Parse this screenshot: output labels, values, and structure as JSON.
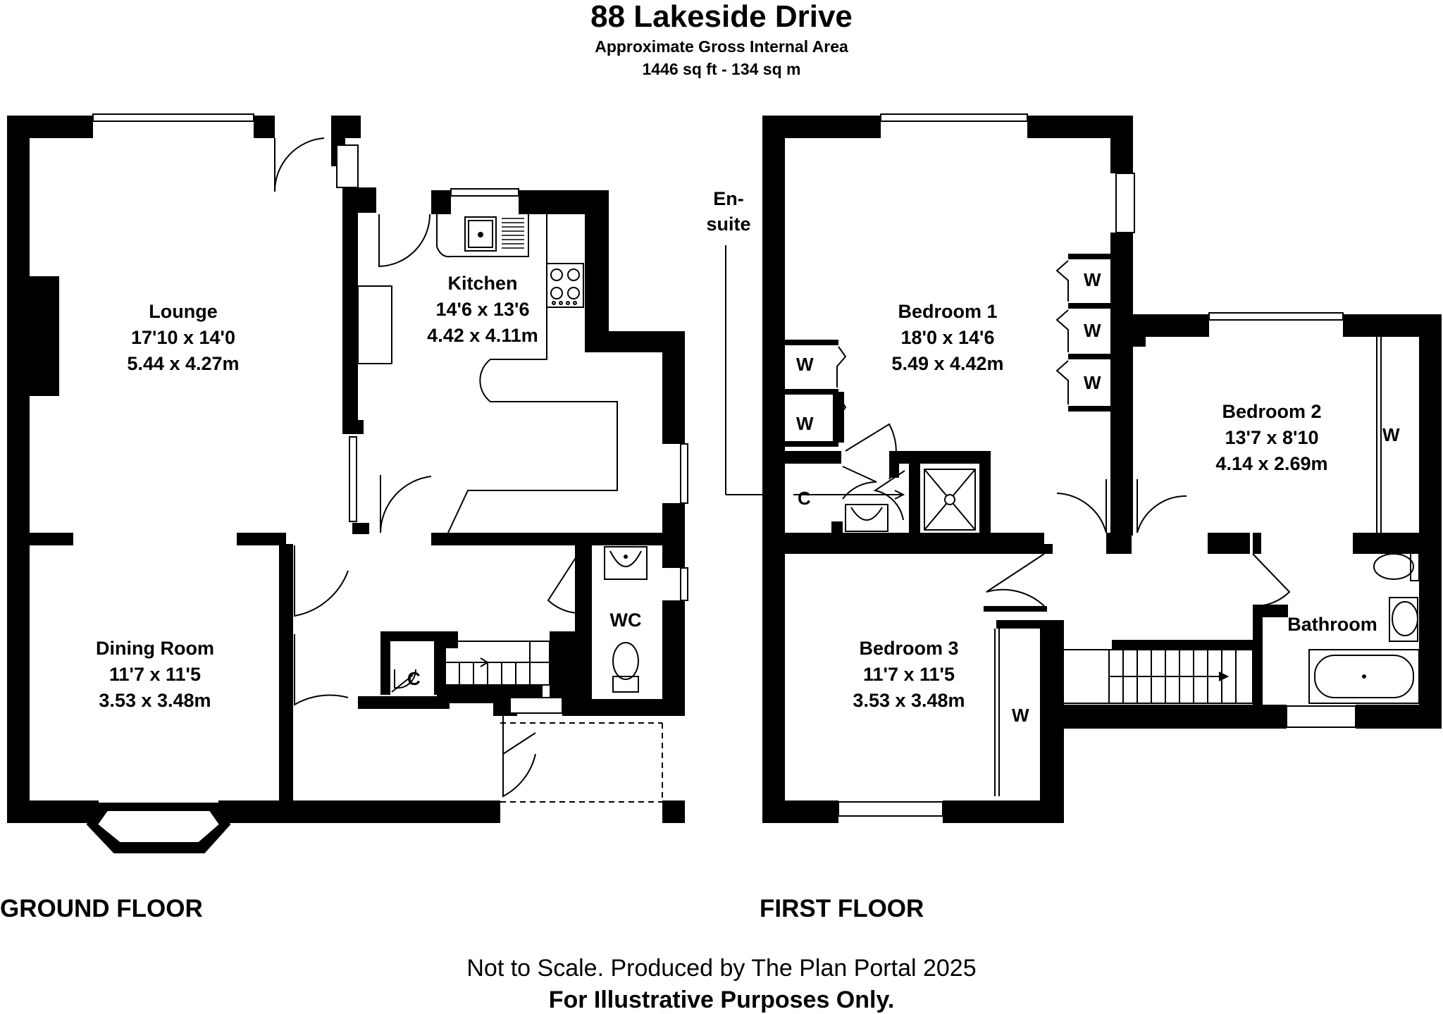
{
  "header": {
    "title": "88 Lakeside Drive",
    "subtitle": "Approximate Gross Internal Area",
    "area": "1446 sq ft - 134 sq m"
  },
  "floors": {
    "ground": "GROUND FLOOR",
    "first": "FIRST FLOOR"
  },
  "rooms": {
    "lounge": {
      "name": "Lounge",
      "imperial": "17'10 x 14'0",
      "metric": "5.44 x 4.27m"
    },
    "kitchen": {
      "name": "Kitchen",
      "imperial": "14'6 x 13'6",
      "metric": "4.42 x 4.11m"
    },
    "dining": {
      "name": "Dining Room",
      "imperial": "11'7 x 11'5",
      "metric": "3.53 x 3.48m"
    },
    "wc": {
      "name": "WC"
    },
    "bedroom1": {
      "name": "Bedroom 1",
      "imperial": "18'0 x 14'6",
      "metric": "5.49 x 4.42m"
    },
    "bedroom2": {
      "name": "Bedroom 2",
      "imperial": "13'7 x 8'10",
      "metric": "4.14 x 2.69m"
    },
    "bedroom3": {
      "name": "Bedroom 3",
      "imperial": "11'7 x 11'5",
      "metric": "3.53 x 3.48m"
    },
    "bathroom": {
      "name": "Bathroom"
    },
    "ensuite": {
      "line1": "En-",
      "line2": "suite"
    }
  },
  "tags": {
    "wardrobe": "W",
    "cupboard": "C"
  },
  "footer": {
    "note": "Not to Scale. Produced by The Plan Portal 2025",
    "disclaimer": "For Illustrative Purposes Only."
  }
}
